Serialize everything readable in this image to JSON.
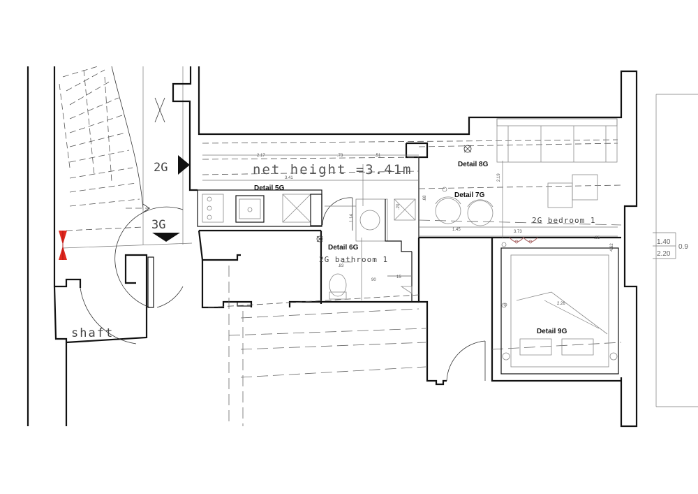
{
  "labels": {
    "net_height": "net height =3.41m",
    "room_bedroom": "2G bedroom 1",
    "room_bathroom": "2G bathroom 1",
    "shaft": "shaft",
    "section_2g": "2G",
    "section_3g": "3G"
  },
  "details": {
    "d5": "Detail 5G",
    "d6": "Detail 6G",
    "d7": "Detail 7G",
    "d8": "Detail 8G",
    "d9": "Detail 9G"
  },
  "dimensions": {
    "d_217": "2.17",
    "d_73": ".73",
    "d_51": ".51",
    "d_341": "3.41",
    "d_145": "1.45",
    "d_373": "3.73",
    "d_95": ".95",
    "d_226": "2.26",
    "d_83": ".83",
    "d_15": "15",
    "d_90": "90",
    "d_462": "4.62",
    "d_219": "2.19",
    "d_114": "1.14",
    "d_68": ".68",
    "d_20": ".20"
  },
  "edge": {
    "val_140": "1.40",
    "val_220": "2.20",
    "val_09": "0.9"
  }
}
